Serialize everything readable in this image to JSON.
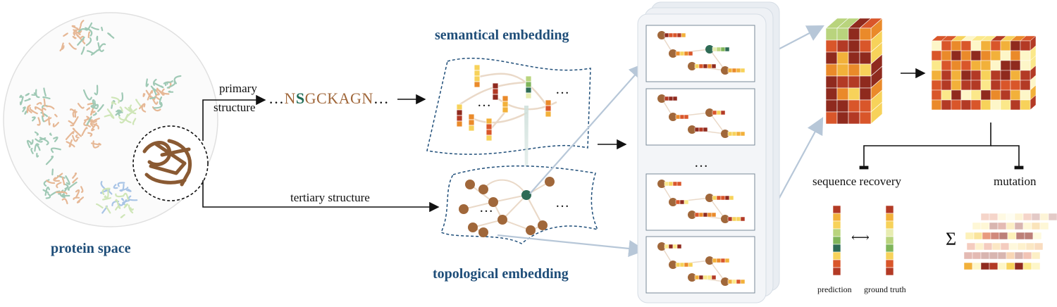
{
  "labels": {
    "protein_space": "protein space",
    "primary_structure_line1": "primary",
    "primary_structure_line2": "structure",
    "tertiary_structure": "tertiary structure",
    "semantical_embedding": "semantical embedding",
    "topological_embedding": "topological embedding",
    "sequence_recovery": "sequence recovery",
    "mutation": "mutation",
    "prediction": "prediction",
    "ground_truth": "ground truth",
    "ellipsis": "…",
    "sum_symbol": "Σ",
    "double_arrow": "⟷"
  },
  "sequence": {
    "prefix": "…",
    "letters": [
      {
        "ch": "N",
        "color": "#a0673a"
      },
      {
        "ch": "S",
        "color": "#1e6b55"
      },
      {
        "ch": "G",
        "color": "#a0673a"
      },
      {
        "ch": "C",
        "color": "#a0673a"
      },
      {
        "ch": "K",
        "color": "#a0673a"
      },
      {
        "ch": "A",
        "color": "#a0673a"
      },
      {
        "ch": "G",
        "color": "#a0673a"
      },
      {
        "ch": "N",
        "color": "#a0673a"
      }
    ],
    "suffix": "…"
  },
  "colors": {
    "title_blue": "#1f4e79",
    "node_brown": "#a0673a",
    "node_green": "#2e6b55",
    "edge_beige": "#ead9c8",
    "arrow_gray": "#b7c7d8",
    "panel_bg": "#edf1f5",
    "heat": [
      "#fdf6c8",
      "#fbe88a",
      "#f7d25a",
      "#f2b13a",
      "#ea8a2a",
      "#d9562a",
      "#b33a25",
      "#8f2a1e"
    ],
    "greens": [
      "#e7ecb0",
      "#b9d47d",
      "#7fb55a",
      "#2e6b55"
    ]
  }
}
